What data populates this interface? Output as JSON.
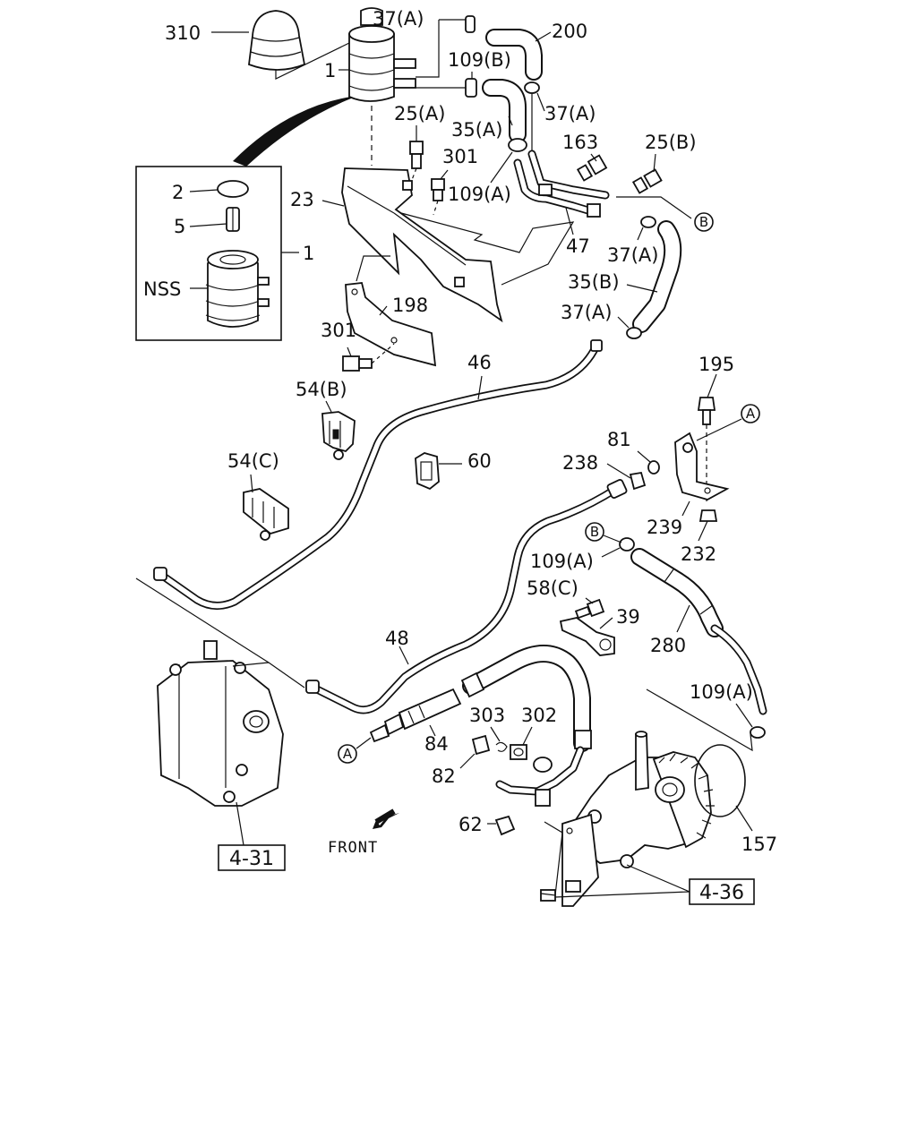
{
  "labels": {
    "l310": "310",
    "l1_top": "1",
    "l37a_1": "37(A)",
    "l200": "200",
    "l109b": "109(B)",
    "l35a": "35(A)",
    "l37a_2": "37(A)",
    "l25a": "25(A)",
    "l163": "163",
    "l25b": "25(B)",
    "l301_1": "301",
    "l109a_1": "109(A)",
    "l23": "23",
    "l2": "2",
    "l5": "5",
    "l1_box": "1",
    "lnss": "NSS",
    "l47": "47",
    "l37a_3": "37(A)",
    "l35b": "35(B)",
    "l37a_4": "37(A)",
    "l198": "198",
    "l301_2": "301",
    "l46": "46",
    "l54b": "54(B)",
    "l54c": "54(C)",
    "l60": "60",
    "l195": "195",
    "l81": "81",
    "l238": "238",
    "l239": "239",
    "l232": "232",
    "l109a_2": "109(A)",
    "l58c": "58(C)",
    "l39": "39",
    "l280": "280",
    "l48": "48",
    "l109a_3": "109(A)",
    "l303": "303",
    "l302": "302",
    "l84": "84",
    "l82": "82",
    "l62": "62",
    "l157": "157"
  },
  "refs": {
    "a1": "A",
    "a2": "A",
    "b1": "B",
    "b2": "B"
  },
  "boxes": {
    "ref_431": "4-31",
    "ref_436": "4-36"
  },
  "front": "FRONT"
}
